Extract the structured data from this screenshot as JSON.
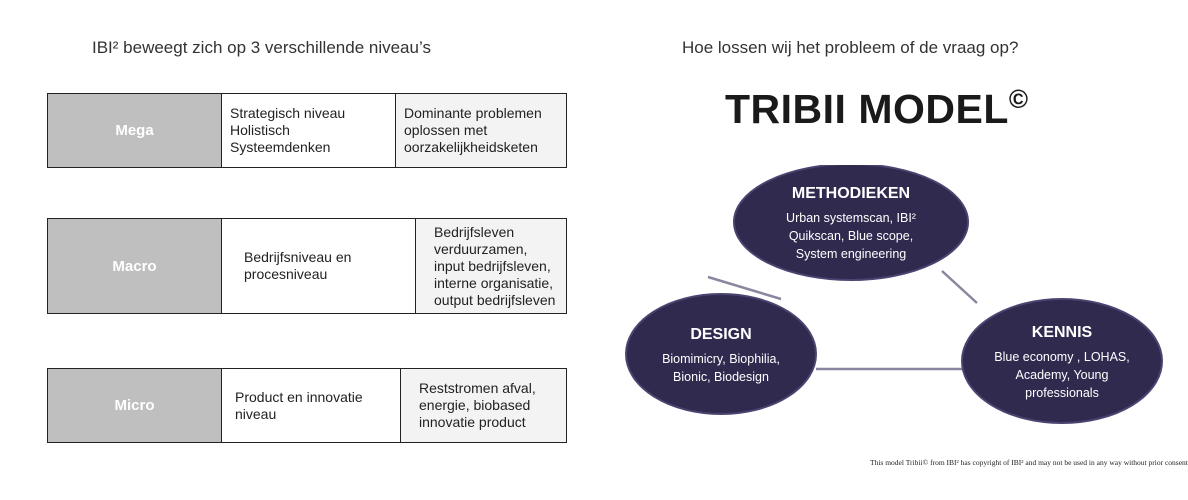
{
  "left_heading": "IBI² beweegt zich op 3 verschillende niveau’s",
  "right_heading": "Hoe lossen wij het probleem of de vraag op?",
  "levels": [
    {
      "name": "Mega",
      "description": "Strategisch niveau\nHolistisch\nSysteemdenken",
      "aim": "Dominante problemen oplossen met oorzakelijkheidsketen"
    },
    {
      "name": "Macro",
      "description": "Bedrijfsniveau en procesniveau",
      "aim": "Bedrijfsleven verduurzamen, input bedrijfsleven, interne organisatie, output bedrijfsleven"
    },
    {
      "name": "Micro",
      "description": "Product en innovatie niveau",
      "aim": "Reststromen afval, energie, biobased innovatie product"
    }
  ],
  "model": {
    "title": "TRIBII MODEL",
    "title_mark": "©",
    "nodes": [
      {
        "title": "METHODIEKEN",
        "lines": [
          "Urban systemscan, IBI²",
          "Quikscan, Blue scope,",
          "System engineering"
        ]
      },
      {
        "title": "DESIGN",
        "lines": [
          "Biomimicry, Biophilia,",
          "Bionic, Biodesign"
        ]
      },
      {
        "title": "KENNIS",
        "lines": [
          "Blue economy , LOHAS,",
          "Academy, Young",
          "professionals"
        ]
      }
    ]
  },
  "colors": {
    "node_fill": "#302a4f",
    "node_edge": "#4a4470",
    "connector": "#8a86a0",
    "level_name_bg": "#bfbfbf"
  },
  "copyright": "This model Tribii© from IBI² has copyright of IBI² and may not be used in any way without prior consent."
}
